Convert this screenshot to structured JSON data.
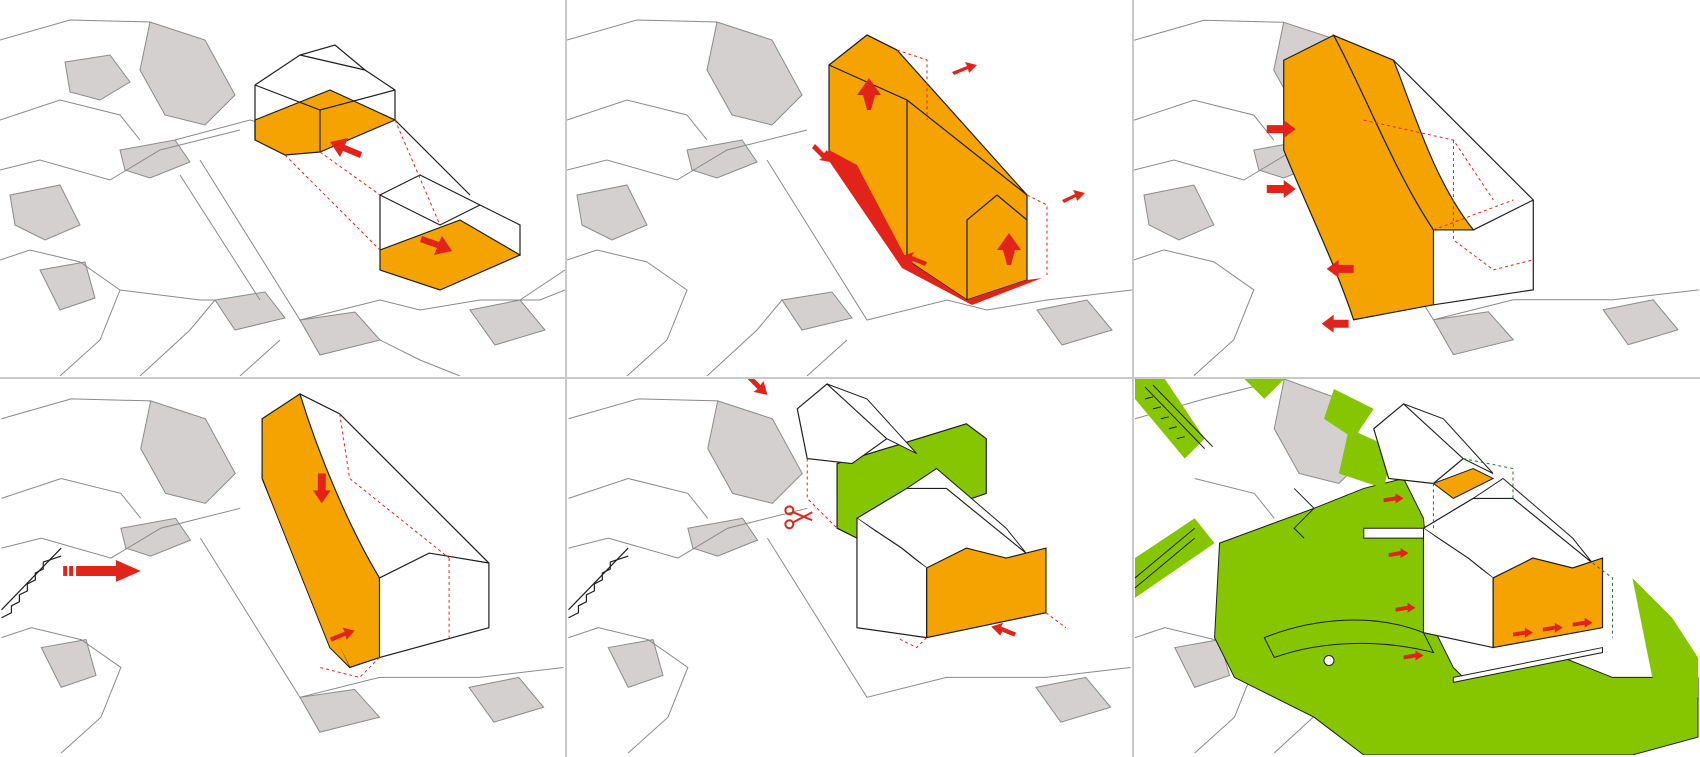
{
  "diagram": {
    "layout": {
      "rows": 2,
      "cols": 3
    },
    "panels": [
      {
        "name": "panel-1",
        "step": "floor-extension",
        "icons": [
          "arrow-icon"
        ]
      },
      {
        "name": "panel-2",
        "step": "raise-volumes",
        "icons": [
          "arrow-icon"
        ]
      },
      {
        "name": "panel-3",
        "step": "curved-roof-facade",
        "icons": [
          "arrow-icon"
        ]
      },
      {
        "name": "panel-4",
        "step": "approach-path",
        "icons": [
          "arrow-icon",
          "stair-icon"
        ]
      },
      {
        "name": "panel-5",
        "step": "cut-and-split",
        "icons": [
          "arrow-icon",
          "scissors-icon"
        ]
      },
      {
        "name": "panel-6",
        "step": "landscape-terrace",
        "icons": [
          "arrow-icon",
          "stair-icon"
        ]
      }
    ]
  },
  "colors": {
    "orange": "#f5a300",
    "red": "#e2231a",
    "green": "#86c600",
    "rock": "#d4d0cf",
    "line": "#8a8a8a",
    "building_line": "#1e1e1e",
    "background": "#ffffff"
  }
}
